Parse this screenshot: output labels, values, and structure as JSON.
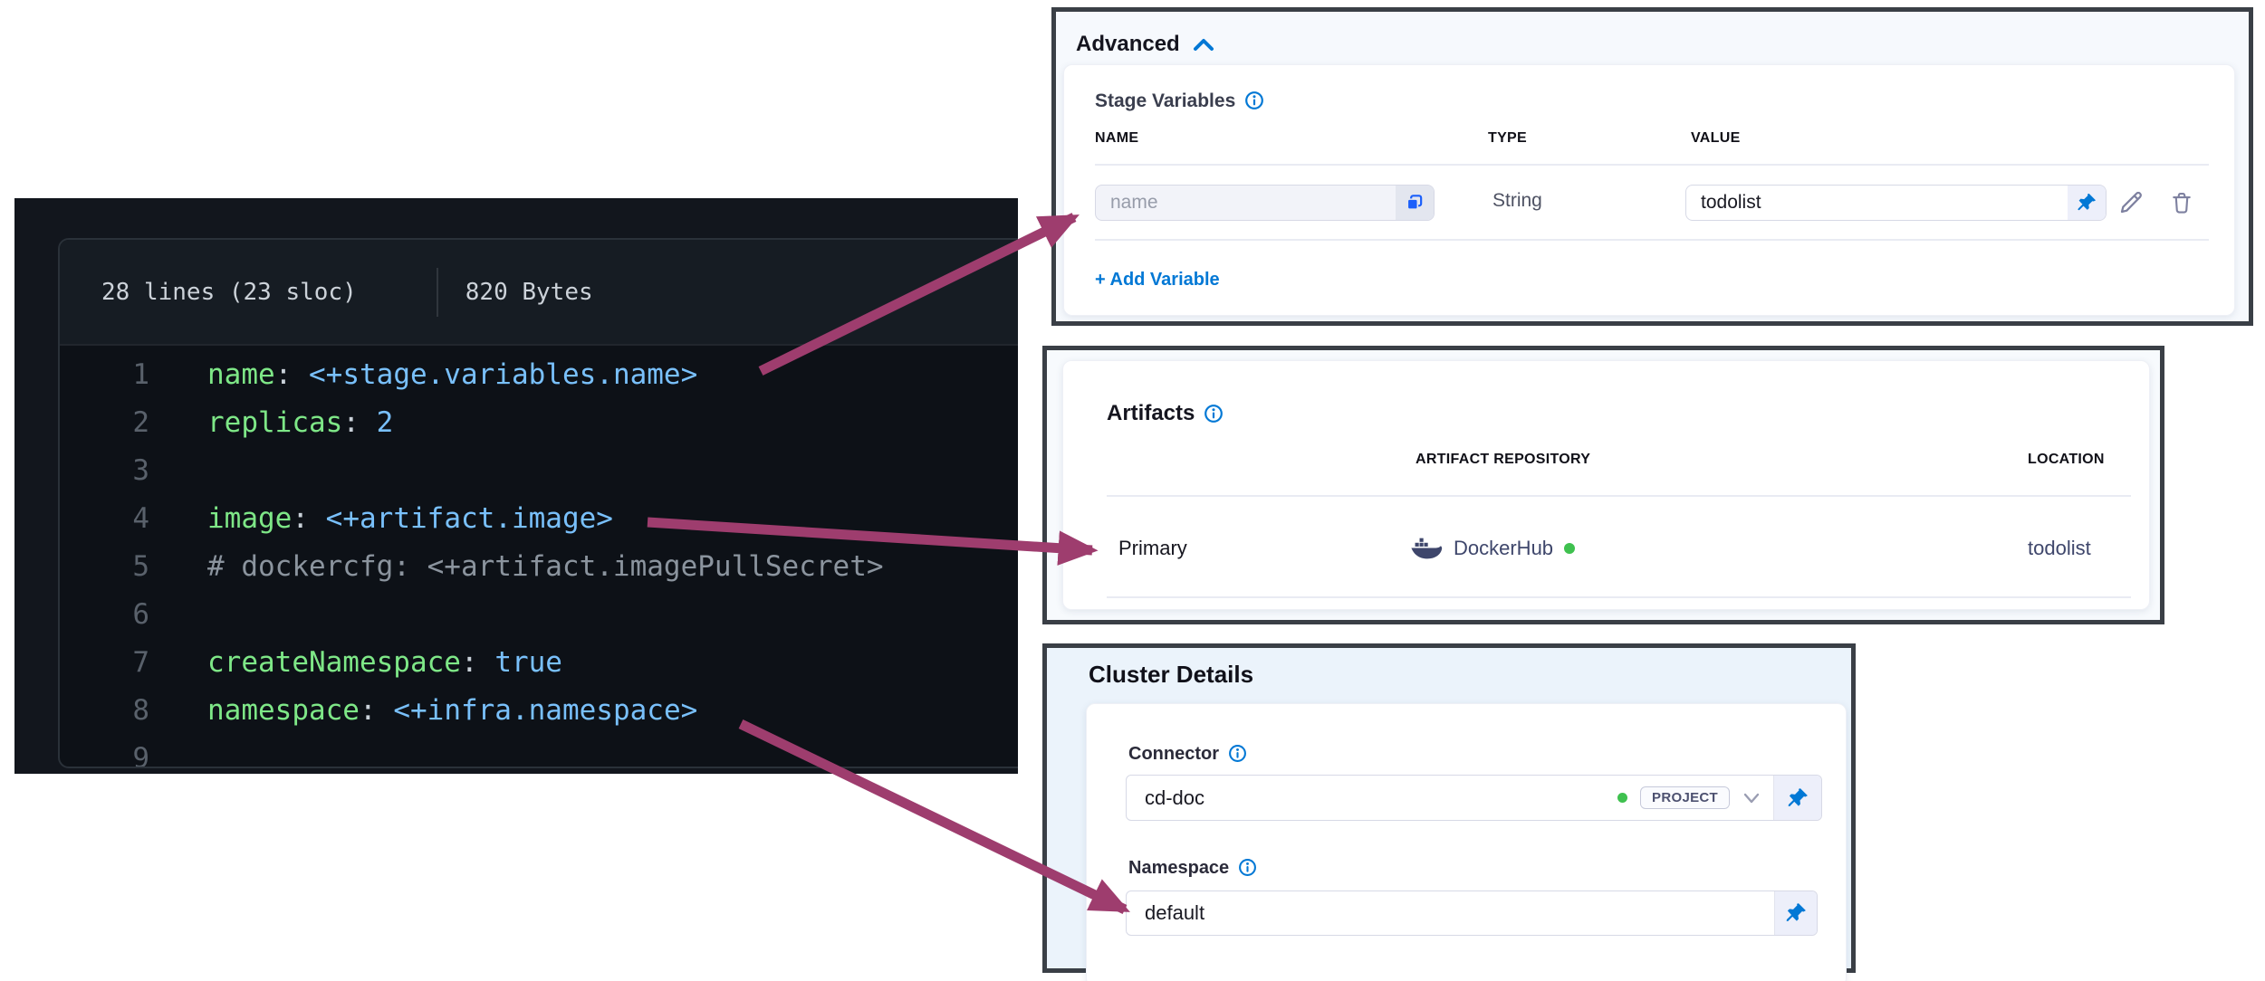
{
  "code_panel": {
    "header": {
      "lines_info": "28 lines (23 sloc)",
      "size_info": "820 Bytes"
    },
    "colon": ":",
    "lines": [
      {
        "num": "1",
        "key": "name",
        "value": "<+stage.variables.name>"
      },
      {
        "num": "2",
        "key": "replicas",
        "value": "2"
      },
      {
        "num": "3"
      },
      {
        "num": "4",
        "key": "image",
        "value": "<+artifact.image>"
      },
      {
        "num": "5",
        "comment": "# dockercfg: <+artifact.imagePullSecret>"
      },
      {
        "num": "6"
      },
      {
        "num": "7",
        "key": "createNamespace",
        "value": "true"
      },
      {
        "num": "8",
        "key": "namespace",
        "value": "<+infra.namespace>"
      },
      {
        "num": "9"
      }
    ]
  },
  "advanced_panel": {
    "title": "Advanced",
    "section_label": "Stage Variables",
    "columns": {
      "name": "NAME",
      "type": "TYPE",
      "value": "VALUE"
    },
    "row": {
      "name_placeholder": "name",
      "type": "String",
      "value": "todolist"
    },
    "add_variable_label": "+ Add Variable"
  },
  "artifacts_panel": {
    "title": "Artifacts",
    "columns": {
      "repository": "ARTIFACT REPOSITORY",
      "location": "LOCATION"
    },
    "row": {
      "label": "Primary",
      "repository": "DockerHub",
      "location": "todolist"
    }
  },
  "cluster_panel": {
    "title": "Cluster Details",
    "connector_label": "Connector",
    "connector_value": "cd-doc",
    "connector_scope": "PROJECT",
    "namespace_label": "Namespace",
    "namespace_value": "default"
  },
  "colors": {
    "arrow": "#9e3d6e",
    "primary_blue": "#0278d5",
    "key_green": "#7ee787",
    "value_blue": "#79c0fb",
    "comment_gray": "#8b949e",
    "status_green": "#3fc14f",
    "code_bg": "#0d1117"
  }
}
